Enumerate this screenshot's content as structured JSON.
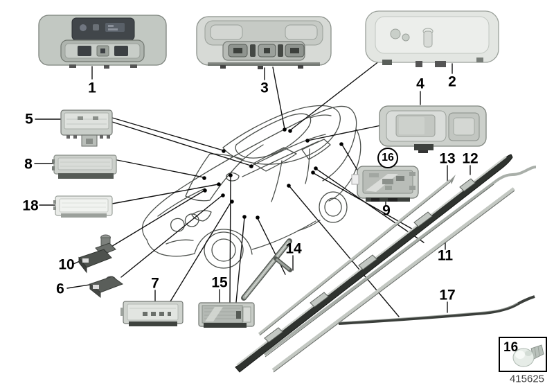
{
  "diagram": {
    "number": "415625",
    "description": "interior-lights-parts-diagram"
  },
  "colors": {
    "background": "#ffffff",
    "line": "#000000",
    "part_silver": "#ccd0cb",
    "part_dark": "#2f332f"
  },
  "callouts": {
    "n1": "1",
    "n2": "2",
    "n3": "3",
    "n4": "4",
    "n5": "5",
    "n6": "6",
    "n7": "7",
    "n8": "8",
    "n9": "9",
    "n10": "10",
    "n11": "11",
    "n12": "12",
    "n13": "13",
    "n14": "14",
    "n15": "15",
    "n17": "17",
    "n18": "18",
    "circled16": "16",
    "boxed16": "16"
  }
}
